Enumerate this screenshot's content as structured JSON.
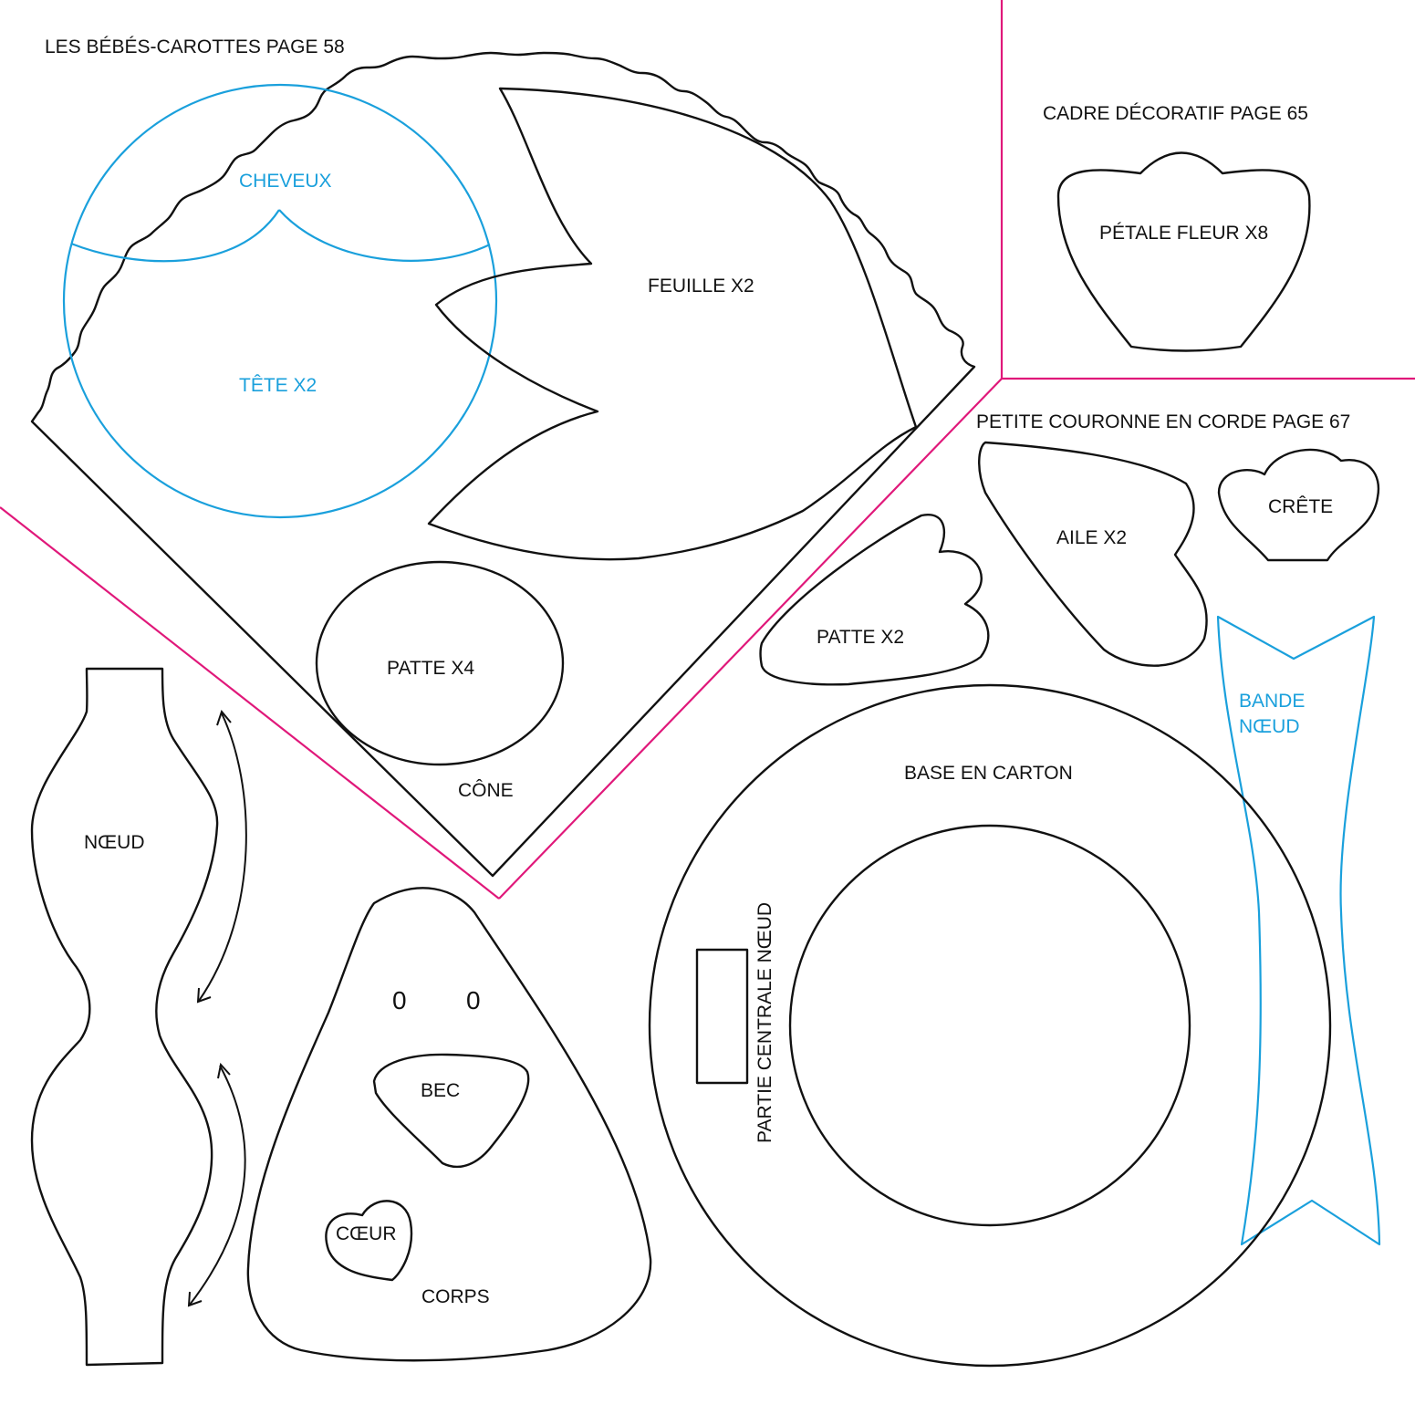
{
  "sections": {
    "carrots": {
      "title": "LES BÉBÉS-CAROTTES PAGE 58"
    },
    "frame": {
      "title": "CADRE DÉCORATIF PAGE 65"
    },
    "wreath": {
      "title": "PETITE COURONNE EN CORDE PAGE 67"
    }
  },
  "labels": {
    "cheveux": "CHEVEUX",
    "tete": "TÊTE X2",
    "feuille": "FEUILLE X2",
    "patte4": "PATTE X4",
    "cone": "CÔNE",
    "petale": "PÉTALE FLEUR X8",
    "aile": "AILE X2",
    "crete": "CRÊTE",
    "patte2": "PATTE X2",
    "bande_line1": "BANDE",
    "bande_line2": "NŒUD",
    "noeud": "NŒUD",
    "base": "BASE EN CARTON",
    "partie": "PARTIE CENTRALE NŒUD",
    "bec": "BEC",
    "coeur": "CŒUR",
    "corps": "CORPS",
    "eye_left": "0",
    "eye_right": "0"
  },
  "colors": {
    "outline": "#111111",
    "cut_blue": "#1aa0dc",
    "divider_magenta": "#e0187a"
  }
}
